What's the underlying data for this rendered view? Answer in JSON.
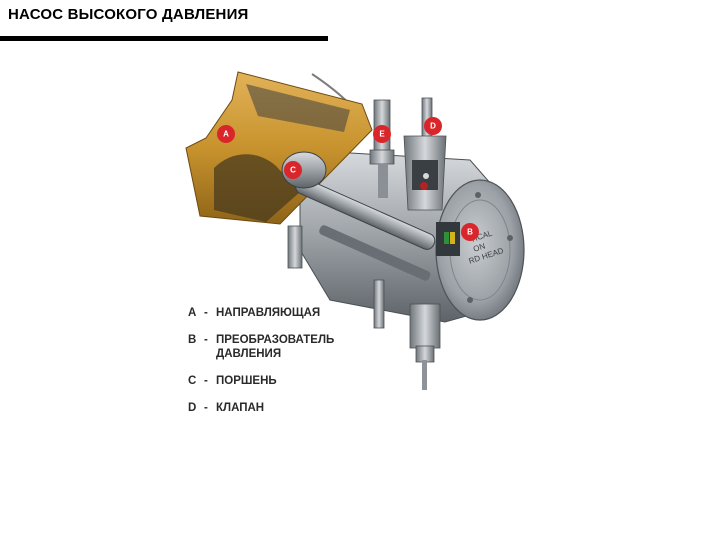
{
  "title": "НАСОС ВЫСОКОГО ДАВЛЕНИЯ",
  "markers": [
    "A",
    "B",
    "C",
    "D",
    "E"
  ],
  "legend": [
    {
      "key": "A",
      "sep": "-",
      "text": "НАПРАВЛЯЮЩАЯ"
    },
    {
      "key": "B",
      "sep": "-",
      "text": "ПРЕОБРАЗОВАТЕЛЬ\nДАВЛЕНИЯ"
    },
    {
      "key": "C",
      "sep": "-",
      "text": "ПОРШЕНЬ"
    },
    {
      "key": "D",
      "sep": "-",
      "text": "КЛАПАН"
    }
  ],
  "head_label_lines": [
    "TICAL",
    "ON",
    "RD HEAD"
  ],
  "colors": {
    "marker": "#d9262b",
    "brass": "#c8932e",
    "steel": "#9aa0a6"
  }
}
